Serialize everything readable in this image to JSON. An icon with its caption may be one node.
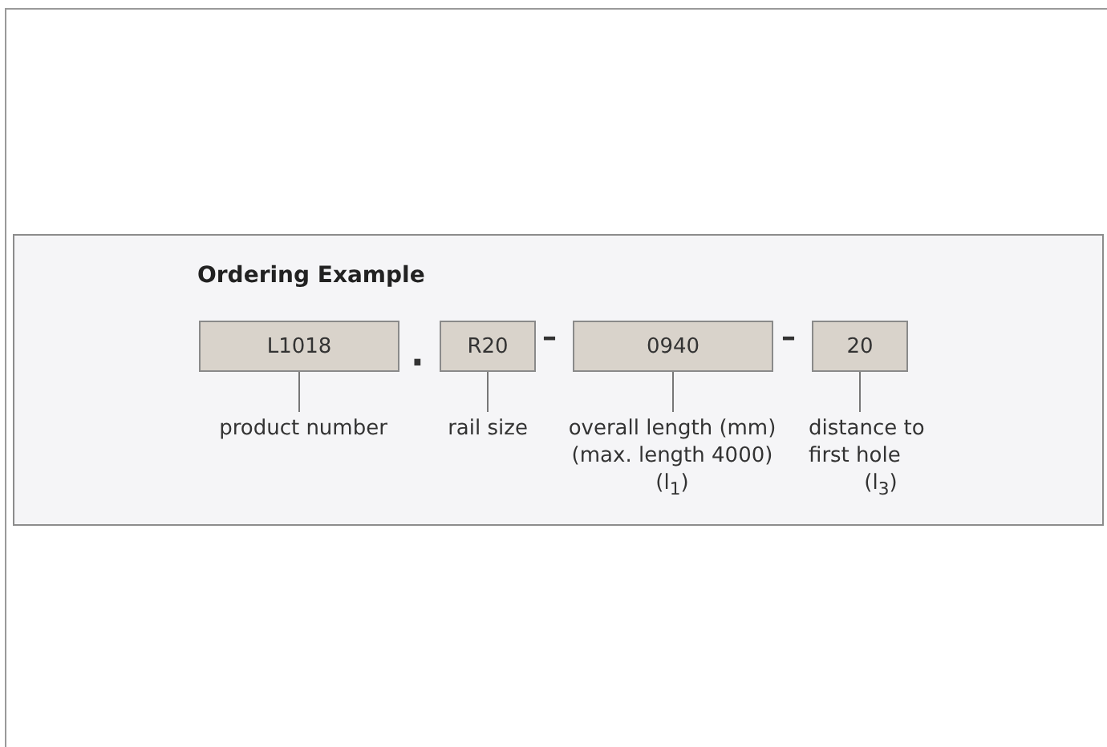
{
  "diagram": {
    "title": "Ordering Example",
    "nodes": [
      {
        "text": [
          "L1018"
        ]
      },
      {
        "text": [
          "R20"
        ]
      },
      {
        "text": [
          "0940"
        ]
      },
      {
        "text": [
          "20"
        ]
      },
      {
        "text": [
          "product number"
        ]
      },
      {
        "text": [
          "rail size"
        ]
      },
      {
        "text": [
          "overall length (mm) (max. length 4000)",
          "(l$_{1}$)"
        ]
      },
      {
        "text": [
          "distance to first hole",
          "(l$_{3}$)"
        ]
      }
    ],
    "edges": [
      {
        "from": 4,
        "to": 0,
        "arrow": "none"
      },
      {
        "from": 5,
        "to": 1,
        "arrow": "none"
      },
      {
        "from": 6,
        "to": 2,
        "arrow": "none"
      },
      {
        "from": 7,
        "to": 3,
        "arrow": "none"
      }
    ],
    "labels": [
      ".",
      "–",
      "–"
    ]
  }
}
